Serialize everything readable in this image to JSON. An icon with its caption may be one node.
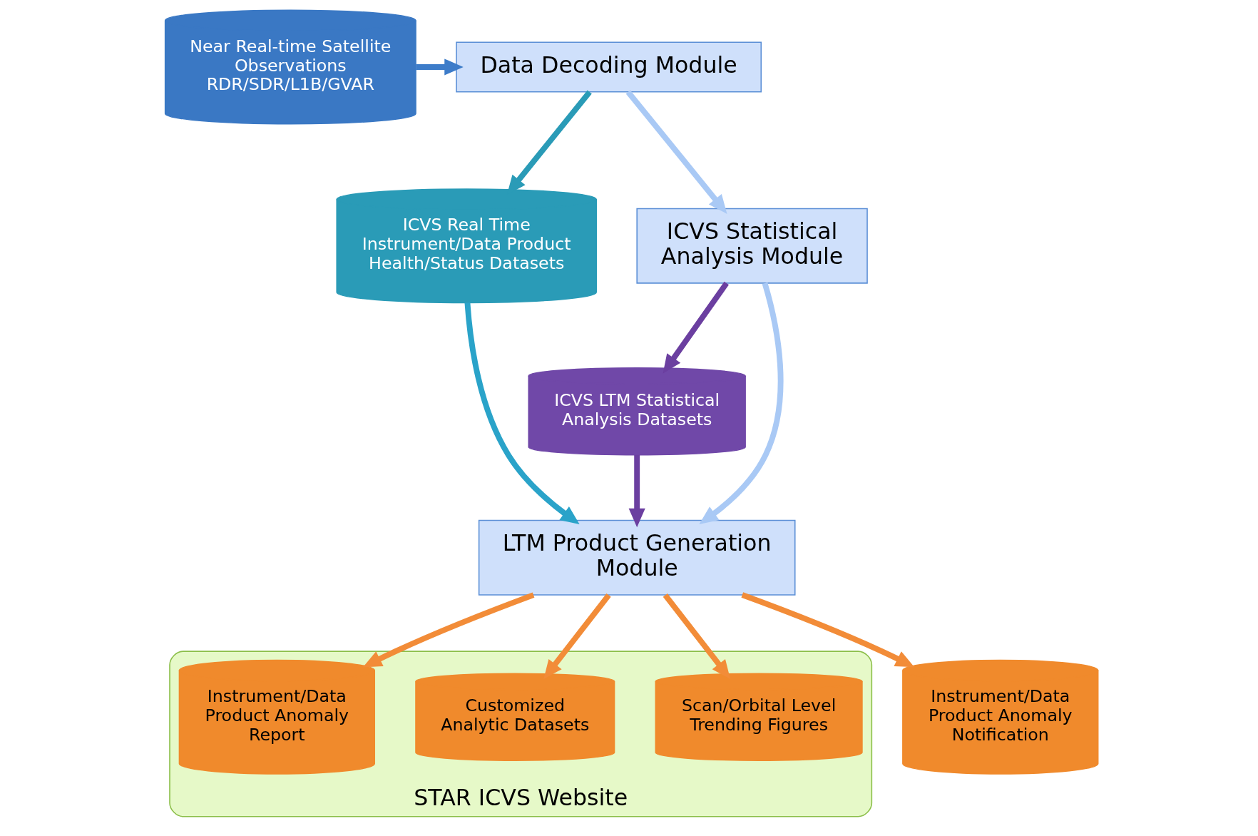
{
  "diagram": {
    "nodes": [
      {
        "text": [
          "Near Real-time Satellite Observations RDR/SDR/L1B/GVAR"
        ]
      },
      {
        "text": [
          "Data Decoding Module"
        ]
      },
      {
        "text": [
          "ICVS Real Time Instrument/Data Product Health/Status Datasets"
        ]
      },
      {
        "text": [
          "ICVS Statistical Analysis Module"
        ]
      },
      {
        "text": [
          "ICVS LTM Statistical Analysis Datasets"
        ]
      },
      {
        "text": [
          "LTM Product Generation Module"
        ]
      },
      {
        "text": [
          "STAR ICVS Website"
        ]
      },
      {
        "text": [
          "Scan/Orbital Level Trending Figures"
        ],
        "in": 6
      },
      {
        "text": [
          "Customized Analytic Datasets"
        ],
        "in": 6
      },
      {
        "text": [
          "Instrument/Data Product Anomaly Report"
        ],
        "in": 6
      },
      {
        "text": [
          "Instrument/Data Product Anomaly Notification"
        ]
      }
    ],
    "edges": [
      {
        "from": 0,
        "to": 1,
        "arrow": "to",
        "color": "#3d7cc9"
      },
      {
        "from": 1,
        "to": 3,
        "arrow": "to",
        "color": "#a9c9f5"
      },
      {
        "from": 1,
        "to": 2,
        "arrow": "to",
        "color": "#2a9bb7"
      },
      {
        "from": 3,
        "to": 4,
        "arrow": "to",
        "color": "#6b3fa0"
      },
      {
        "from": 3,
        "to": 5,
        "arrow": "to",
        "color": "#a9c9f5"
      },
      {
        "from": 4,
        "to": 5,
        "arrow": "to",
        "color": "#6b3fa0"
      },
      {
        "from": 2,
        "to": 5,
        "arrow": "to",
        "color": "#2aa3c9"
      },
      {
        "from": 5,
        "to": 7,
        "arrow": "to"
      },
      {
        "from": 5,
        "to": 8,
        "arrow": "to"
      },
      {
        "from": 5,
        "to": 9,
        "arrow": "to"
      },
      {
        "from": 5,
        "to": 10,
        "arrow": "to"
      }
    ]
  }
}
